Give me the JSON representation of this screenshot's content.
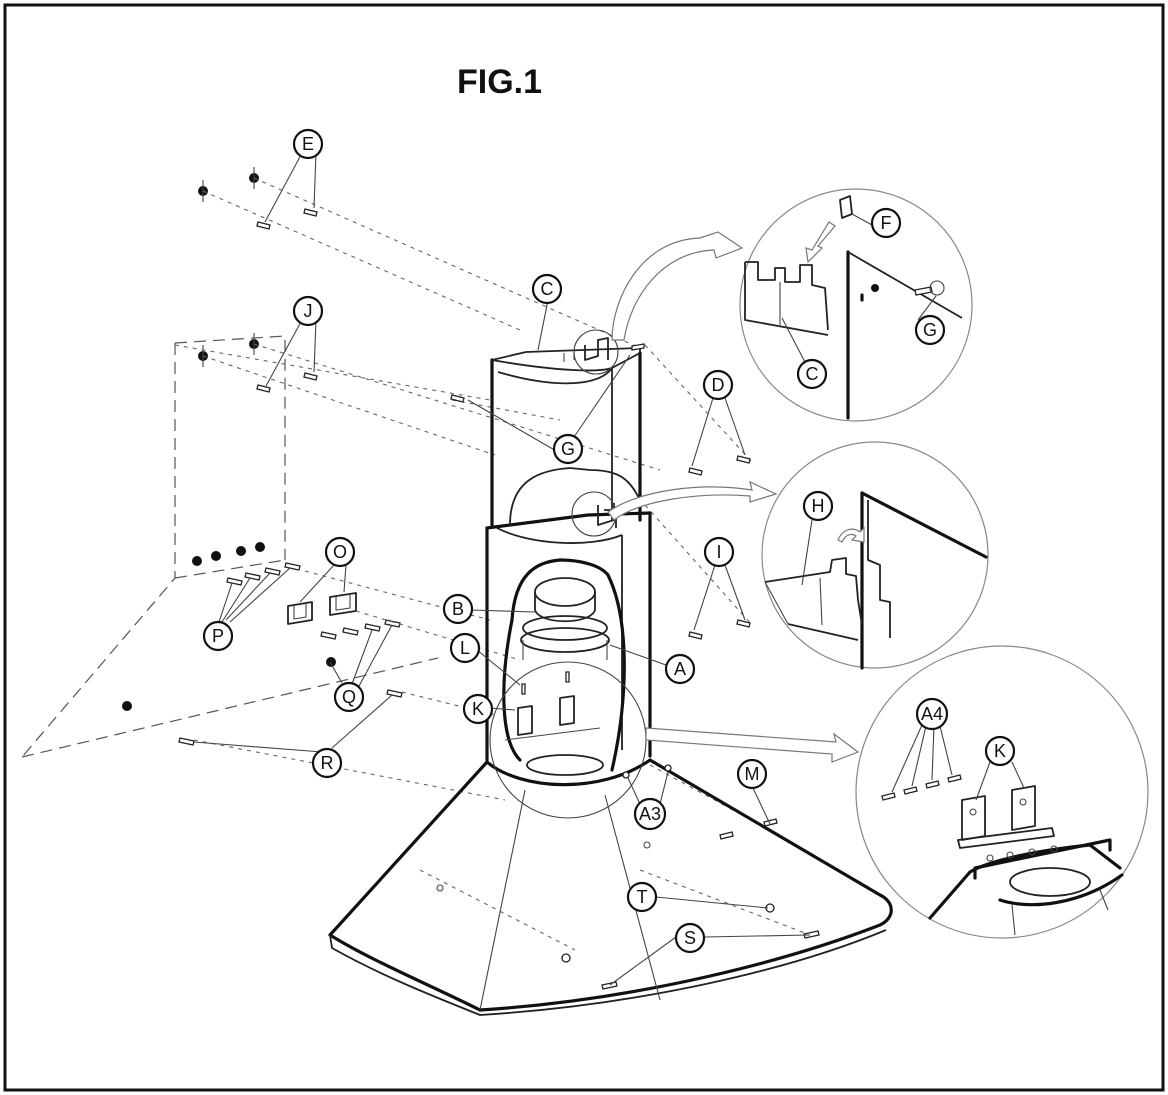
{
  "figure": {
    "title": "FIG.1"
  },
  "callouts": {
    "E": "E",
    "J": "J",
    "C_main": "C",
    "D": "D",
    "G_main": "G",
    "O": "O",
    "P": "P",
    "I": "I",
    "B": "B",
    "L": "L",
    "A": "A",
    "K_main": "K",
    "Q": "Q",
    "R": "R",
    "M": "M",
    "A3": "A3",
    "T": "T",
    "S": "S",
    "F": "F",
    "G_detail": "G",
    "C_detail": "C",
    "H": "H",
    "A4": "A4",
    "K_detail": "K"
  }
}
